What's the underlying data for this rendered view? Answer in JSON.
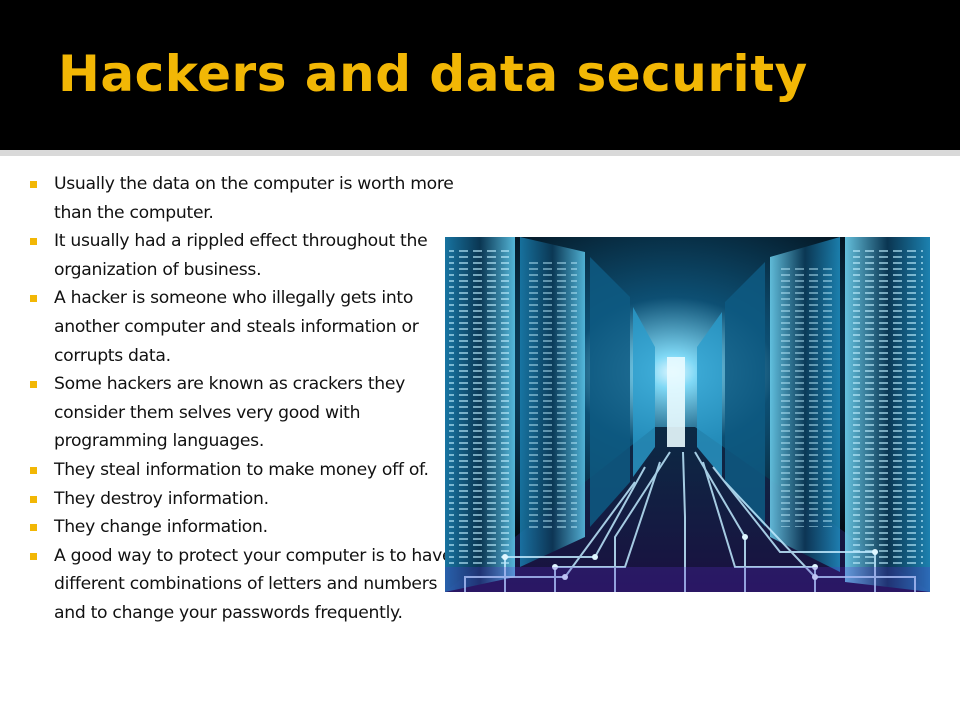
{
  "slide": {
    "title": "Hackers and data security",
    "bullets": [
      "Usually the data on the computer is worth more than the computer.",
      "It usually had a rippled effect throughout the organization of business.",
      "A hacker is someone who illegally gets into another computer and steals information or corrupts data.",
      "Some hackers are known as crackers they consider them selves very good with programming languages.",
      "They steal information to make money off of.",
      "They destroy information.",
      "They change information.",
      "A good way to protect your computer is to have different combinations of letters and numbers and to change your passwords frequently."
    ],
    "image_icon": "server-corridor-image"
  },
  "colors": {
    "title_accent": "#f2b705",
    "bullet_marker": "#f2b705",
    "title_bar_bg": "#000000",
    "content_bg": "#ffffff",
    "text": "#111111"
  }
}
